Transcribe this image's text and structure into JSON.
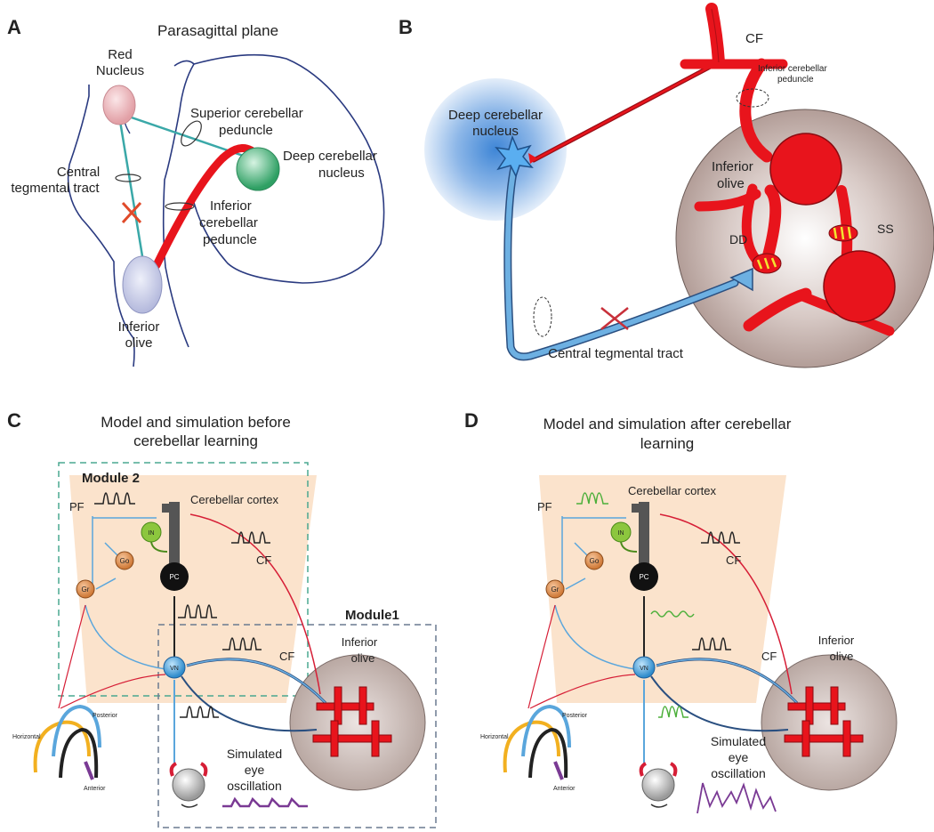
{
  "panels": {
    "A": {
      "letter": "A",
      "title": "Parasagittal plane",
      "labels": {
        "red_nucleus_1": "Red",
        "red_nucleus_2": "Nucleus",
        "scp_1": "Superior cerebellar",
        "scp_2": "peduncle",
        "dcn_1": "Deep cerebellar",
        "dcn_2": "nucleus",
        "ctt_1": "Central",
        "ctt_2": "tegmental tract",
        "icp_1": "Inferior",
        "icp_2": "cerebellar",
        "icp_3": "peduncle",
        "io_1": "Inferior",
        "io_2": "olive"
      }
    },
    "B": {
      "letter": "B",
      "labels": {
        "dcn_1": "Deep cerebellar",
        "dcn_2": "nucleus",
        "cf": "CF",
        "icp_1": "Inferior cerebellar",
        "icp_2": "peduncle",
        "io_1": "Inferior",
        "io_2": "olive",
        "ss": "SS",
        "dd": "DD",
        "ctt": "Central tegmental tract"
      }
    },
    "C": {
      "letter": "C",
      "title_1": "Model and simulation  before",
      "title_2": "cerebellar learning",
      "labels": {
        "module2": "Module 2",
        "module1": "Module1",
        "pf": "PF",
        "cortex": "Cerebellar cortex",
        "cf1": "CF",
        "cf2": "CF",
        "io_1": "Inferior",
        "io_2": "olive",
        "in": "IN",
        "pc": "PC",
        "go": "Go",
        "gr": "Gr",
        "vn": "VN",
        "horizontal": "Horizontal",
        "posterior": "Posterior",
        "anterior": "Anterior",
        "eye_1": "Simulated",
        "eye_2": "eye",
        "eye_3": "oscillation"
      }
    },
    "D": {
      "letter": "D",
      "title_1": "Model and simulation after cerebellar",
      "title_2": "learning",
      "labels": {
        "cortex": "Cerebellar cortex",
        "pf": "PF",
        "cf1": "CF",
        "cf2": "CF",
        "io_1": "Inferior",
        "io_2": "olive",
        "in": "IN",
        "pc": "PC",
        "go": "Go",
        "gr": "Gr",
        "vn": "VN",
        "horizontal": "Horizontal",
        "posterior": "Posterior",
        "anterior": "Anterior",
        "eye_1": "Simulated",
        "eye_2": "eye",
        "eye_3": "oscillation"
      }
    }
  },
  "colors": {
    "red_fiber": "#e8141c",
    "blue_tract": "#5aa6dc",
    "teal_line": "#3aa8a8",
    "green_trace": "#4caf3a",
    "purple_trace": "#7a3a94",
    "cortex_fill": "#fbe3cc",
    "olive_bg": "#cbbab6",
    "module_dash": "#4aa890"
  }
}
